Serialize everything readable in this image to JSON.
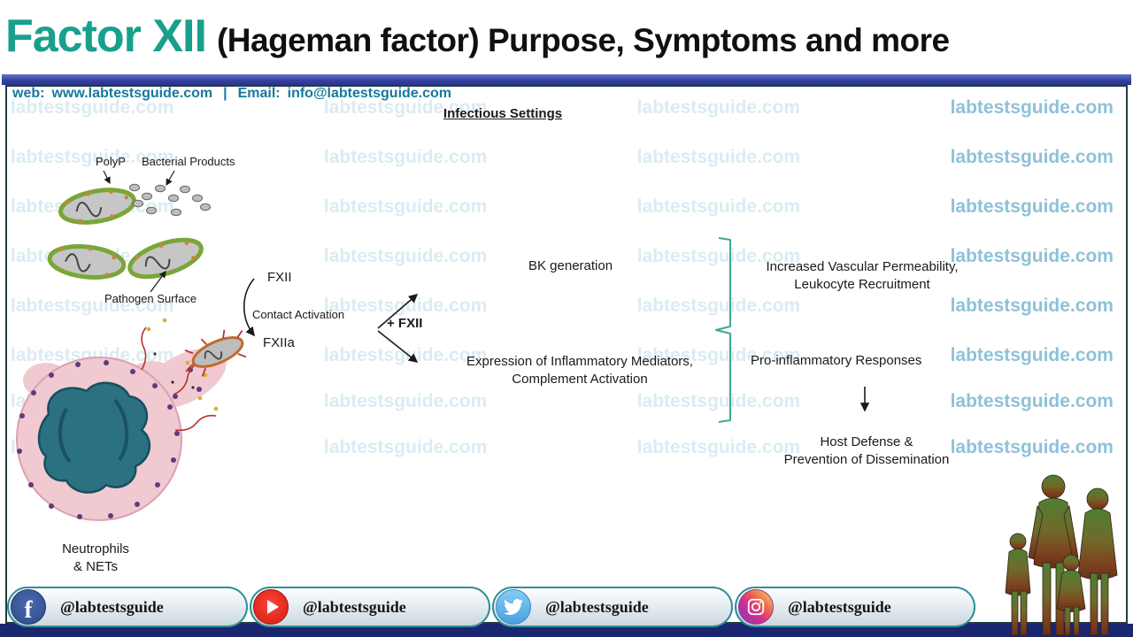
{
  "header": {
    "title_highlight": "Factor XII",
    "title_rest": "(Hageman factor) Purpose, Symptoms and more"
  },
  "contact_bar": {
    "web_label": "web:",
    "web_url": "www.labtestsguide.com",
    "separator": "|",
    "email_label": "Email:",
    "email": "info@labtestsguide.com"
  },
  "watermark": "labtestsguide.com",
  "diagram": {
    "title": "Infectious Settings",
    "polyp_label": "PolyP",
    "bacterial_products_label": "Bacterial Products",
    "pathogen_surface_label": "Pathogen Surface",
    "fxii_label": "FXII",
    "contact_activation_label": "Contact Activation",
    "fxiia_label": "FXIIa",
    "plus_fxii_label": "+ FXII",
    "bk_generation_label": "BK generation",
    "expression_text": "Expression of Inflammatory Mediators,\nComplement Activation",
    "increased_text": "Increased Vascular Permeability,\nLeukocyte Recruitment",
    "pro_inflammatory_label": "Pro-inflammatory Responses",
    "host_defense_text": "Host Defense &\nPrevention of Dissemination",
    "neutrophils_text": "Neutrophils\n& NETs"
  },
  "social": {
    "facebook_glyph": "f",
    "items": [
      {
        "platform": "Facebook",
        "handle": "@labtestsguide"
      },
      {
        "platform": "YouTube",
        "handle": "@labtestsguide"
      },
      {
        "platform": "Twitter",
        "handle": "@labtestsguide"
      },
      {
        "platform": "Instagram",
        "handle": "@labtestsguide"
      }
    ]
  },
  "colors": {
    "accent_teal": "#18a08c",
    "header_bar_blue": "#33409c",
    "footer_bar_navy": "#1b2670",
    "contact_text": "#147a9e",
    "bracket_teal": "#3fa892",
    "social_border_teal": "#2e8f96",
    "facebook_blue": "#3b5998",
    "youtube_red": "#e62117",
    "twitter_blue": "#55acee",
    "instagram_gradient_start": "#8a3ab9",
    "instagram_gradient_end": "#fccc63"
  }
}
